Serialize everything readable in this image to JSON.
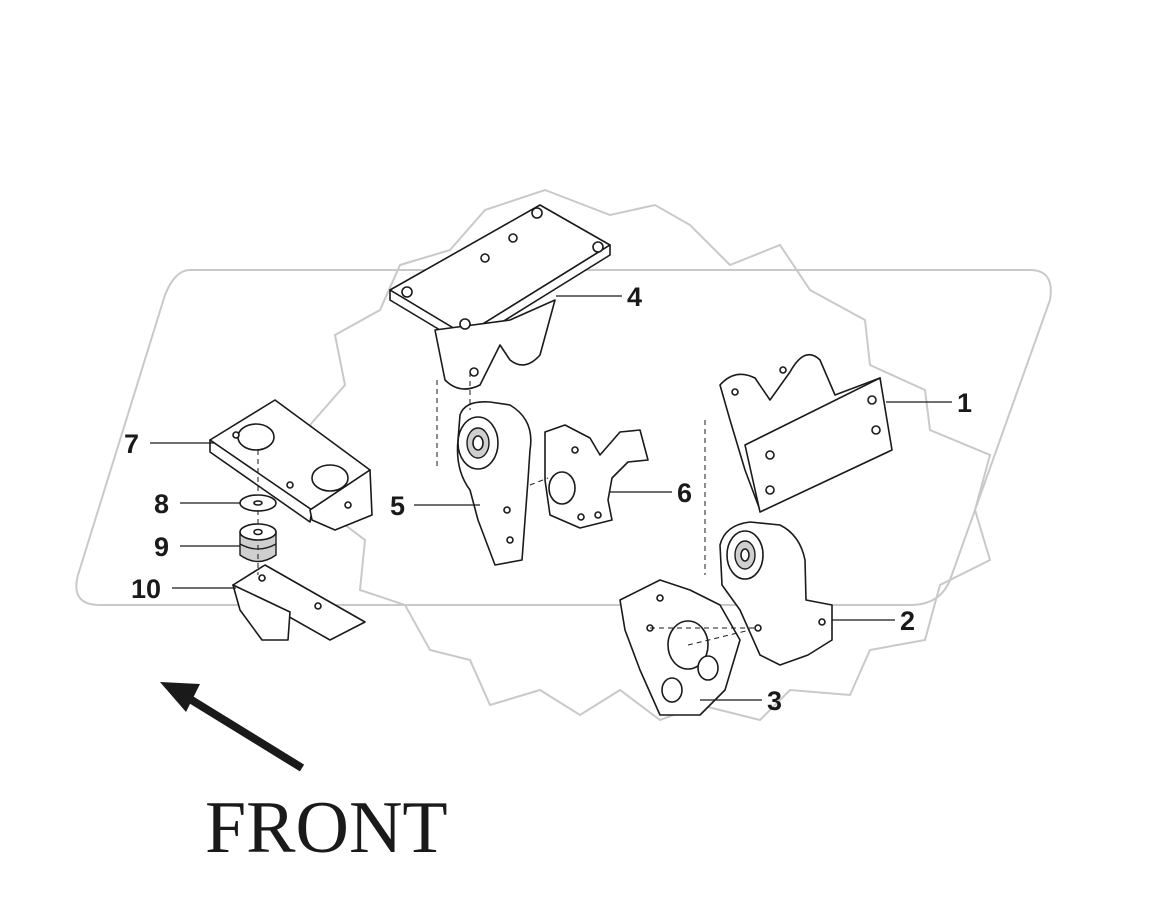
{
  "diagram": {
    "callouts": [
      {
        "id": "1",
        "label": "1"
      },
      {
        "id": "2",
        "label": "2"
      },
      {
        "id": "3",
        "label": "3"
      },
      {
        "id": "4",
        "label": "4"
      },
      {
        "id": "5",
        "label": "5"
      },
      {
        "id": "6",
        "label": "6"
      },
      {
        "id": "7",
        "label": "7"
      },
      {
        "id": "8",
        "label": "8"
      },
      {
        "id": "9",
        "label": "9"
      },
      {
        "id": "10",
        "label": "10"
      }
    ],
    "front_label": "FRONT"
  },
  "colors": {
    "line": "#1a1a1a",
    "watermark": "#c9c9c9",
    "shade": "#cfcfcf",
    "background": "#ffffff"
  }
}
